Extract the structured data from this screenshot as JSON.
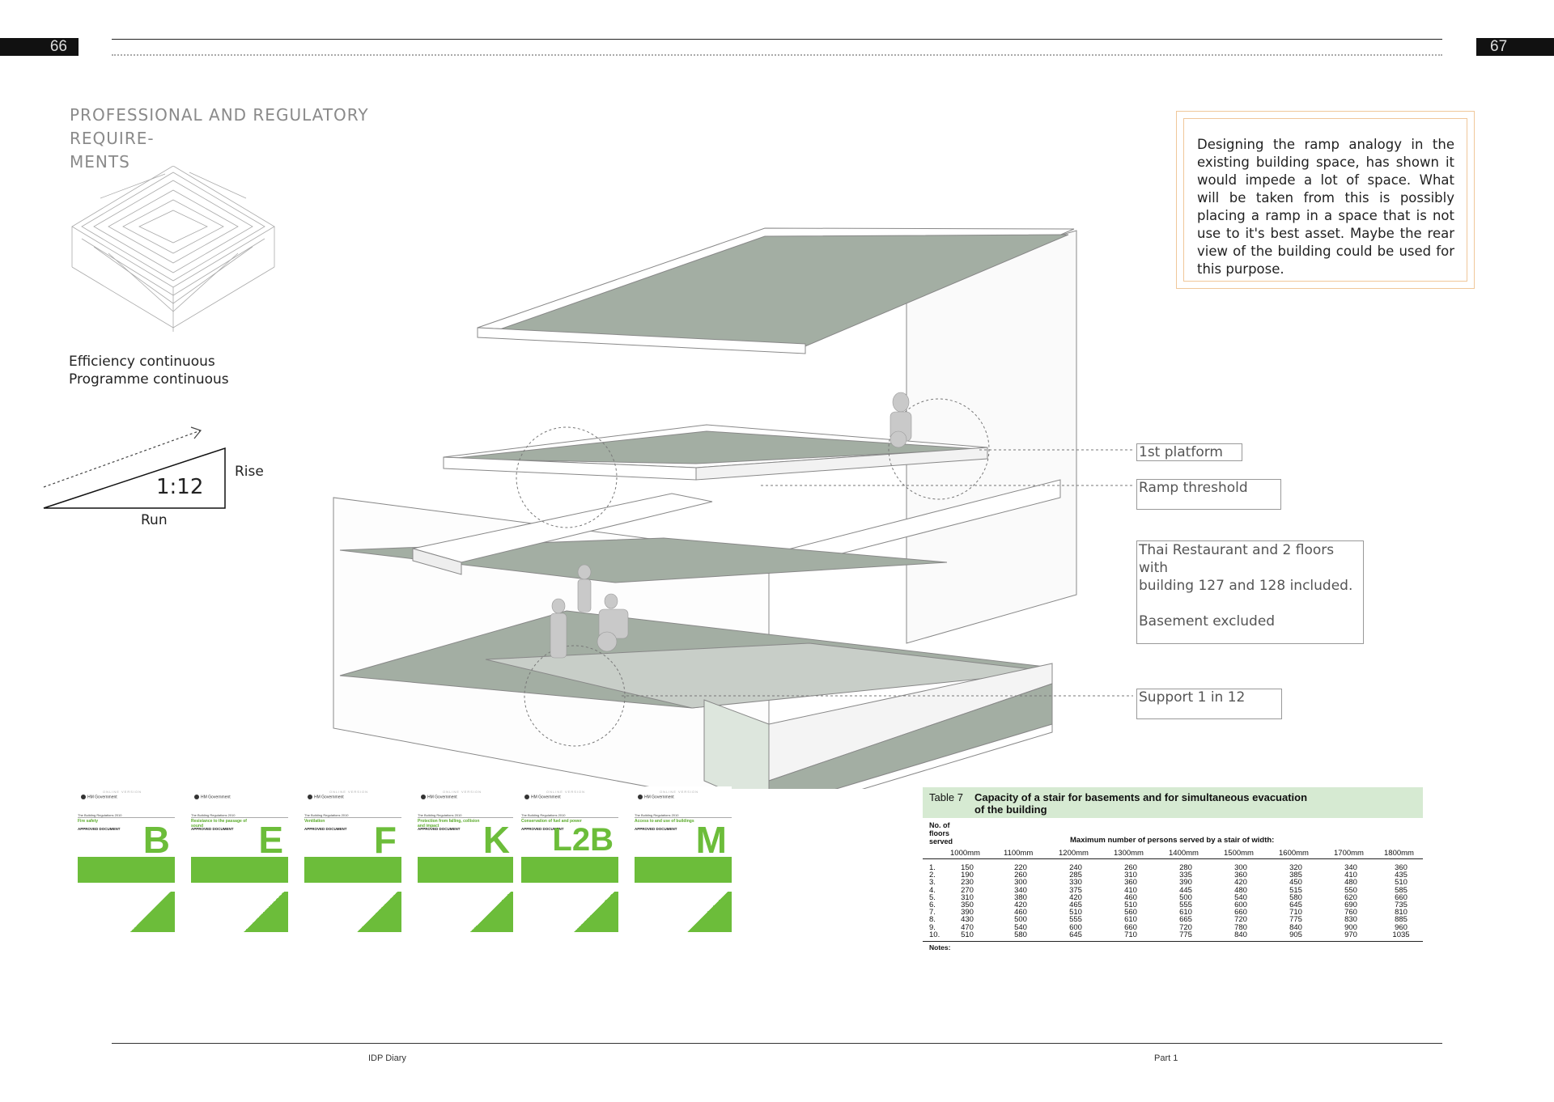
{
  "page": {
    "left_number": "66",
    "right_number": "67",
    "title": "PROFESSIONAL AND REGULATORY REQUIRE-MENTS",
    "title_line1": "PROFESSIONAL AND REGULATORY REQUIRE-",
    "title_line2": "MENTS",
    "footer_left": "IDP Diary",
    "footer_right": "Part 1"
  },
  "concept": {
    "caption_line1": "Efficiency continuous",
    "caption_line2": "Programme continuous"
  },
  "ramp_diagram": {
    "ratio": "1:12",
    "rise_label": "Rise",
    "run_label": "Run"
  },
  "note": {
    "text": "Designing the ramp analogy in the existing building space, has shown it would impede a lot of space. What will be taken from this is possibly placing a ramp in a space that is not use to it's best asset. Maybe the rear view of the building could be used for this purpose."
  },
  "section_labels": {
    "platform": "1st platform",
    "threshold": "Ramp threshold",
    "thai_line1": "Thai Restaurant and 2 floors with",
    "thai_line2": "building 127 and 128 included.",
    "thai_line3": "Basement excluded",
    "support": "Support 1 in 12"
  },
  "covers": [
    {
      "letter": "B",
      "subject": "Fire safety",
      "online": "ONLINE VERSION",
      "gov": "HM Government",
      "regs": "The Building Regulations 2010",
      "approved": "APPROVED DOCUMENT"
    },
    {
      "letter": "E",
      "subject": "Resistance to the passage of sound",
      "online": "",
      "gov": "HM Government",
      "regs": "The Building Regulations 2010",
      "approved": "APPROVED DOCUMENT"
    },
    {
      "letter": "F",
      "subject": "Ventilation",
      "online": "ONLINE VERSION",
      "gov": "HM Government",
      "regs": "The Building Regulations 2010",
      "approved": "APPROVED DOCUMENT"
    },
    {
      "letter": "K",
      "subject": "Protection from falling, collision and impact",
      "online": "ONLINE VERSION",
      "gov": "HM Government",
      "regs": "The Building Regulations 2010",
      "approved": "APPROVED DOCUMENT"
    },
    {
      "letter": "L2B",
      "subject": "Conservation of fuel and power",
      "online": "ONLINE VERSION",
      "gov": "HM Government",
      "regs": "The Building Regulations 2010",
      "approved": "APPROVED DOCUMENT"
    },
    {
      "letter": "M",
      "subject": "Access to and use of buildings",
      "online": "ONLINE VERSION",
      "gov": "HM Government",
      "regs": "The Building Regulations 2010",
      "approved": "APPROVED DOCUMENT"
    }
  ],
  "table7": {
    "number": "Table 7",
    "title_line1": "Capacity of a stair for basements and for simultaneous evacuation",
    "title_line2": "of the building",
    "floors_header": "No. of floors served",
    "max_header": "Maximum number of persons served by a stair of width:",
    "columns": [
      "1000mm",
      "1100mm",
      "1200mm",
      "1300mm",
      "1400mm",
      "1500mm",
      "1600mm",
      "1700mm",
      "1800mm"
    ],
    "rows": [
      {
        "n": "1.",
        "v": [
          "150",
          "220",
          "240",
          "260",
          "280",
          "300",
          "320",
          "340",
          "360"
        ]
      },
      {
        "n": "2.",
        "v": [
          "190",
          "260",
          "285",
          "310",
          "335",
          "360",
          "385",
          "410",
          "435"
        ]
      },
      {
        "n": "3.",
        "v": [
          "230",
          "300",
          "330",
          "360",
          "390",
          "420",
          "450",
          "480",
          "510"
        ]
      },
      {
        "n": "4.",
        "v": [
          "270",
          "340",
          "375",
          "410",
          "445",
          "480",
          "515",
          "550",
          "585"
        ]
      },
      {
        "n": "5.",
        "v": [
          "310",
          "380",
          "420",
          "460",
          "500",
          "540",
          "580",
          "620",
          "660"
        ]
      },
      {
        "n": "6.",
        "v": [
          "350",
          "420",
          "465",
          "510",
          "555",
          "600",
          "645",
          "690",
          "735"
        ]
      },
      {
        "n": "7.",
        "v": [
          "390",
          "460",
          "510",
          "560",
          "610",
          "660",
          "710",
          "760",
          "810"
        ]
      },
      {
        "n": "8.",
        "v": [
          "430",
          "500",
          "555",
          "610",
          "665",
          "720",
          "775",
          "830",
          "885"
        ]
      },
      {
        "n": "9.",
        "v": [
          "470",
          "540",
          "600",
          "660",
          "720",
          "780",
          "840",
          "900",
          "960"
        ]
      },
      {
        "n": "10.",
        "v": [
          "510",
          "580",
          "645",
          "710",
          "775",
          "840",
          "905",
          "970",
          "1035"
        ]
      }
    ],
    "notes": "Notes:"
  },
  "colors": {
    "slab_fill": "#a3aea3",
    "cover_green": "#6cbd3a",
    "table_header": "#d6ead2",
    "note_border": "#f0c79a"
  }
}
